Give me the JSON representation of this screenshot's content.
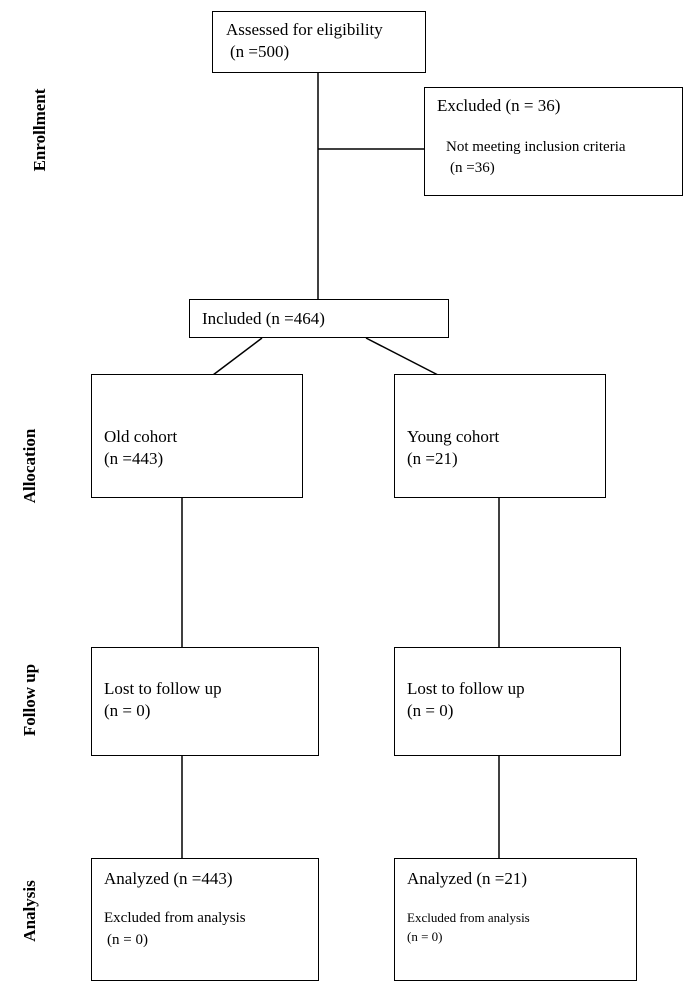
{
  "stages": {
    "enrollment": "Enrollment",
    "allocation": "Allocation",
    "follow_up": "Follow up",
    "analysis": "Analysis"
  },
  "assessed": {
    "title": "Assessed for eligibility",
    "count": "(n =500)"
  },
  "excluded": {
    "title": "Excluded (n = 36)",
    "reason": "Not meeting inclusion criteria",
    "count": "(n =36)"
  },
  "included": {
    "title": "Included (n =464)"
  },
  "old_cohort": {
    "allocation": {
      "title": "Old cohort",
      "count": "(n =443)"
    },
    "follow_up": {
      "title": "Lost to follow up",
      "count": "(n = 0)"
    },
    "analysis": {
      "title": "Analyzed (n =443)",
      "excluded": "Excluded from analysis",
      "count": "(n = 0)"
    }
  },
  "young_cohort": {
    "allocation": {
      "title": "Young cohort",
      "count": "(n =21)"
    },
    "follow_up": {
      "title": "Lost to follow up",
      "count": "(n = 0)"
    },
    "analysis": {
      "title": "Analyzed (n =21)",
      "excluded": "Excluded from analysis",
      "count": "(n = 0)"
    }
  }
}
